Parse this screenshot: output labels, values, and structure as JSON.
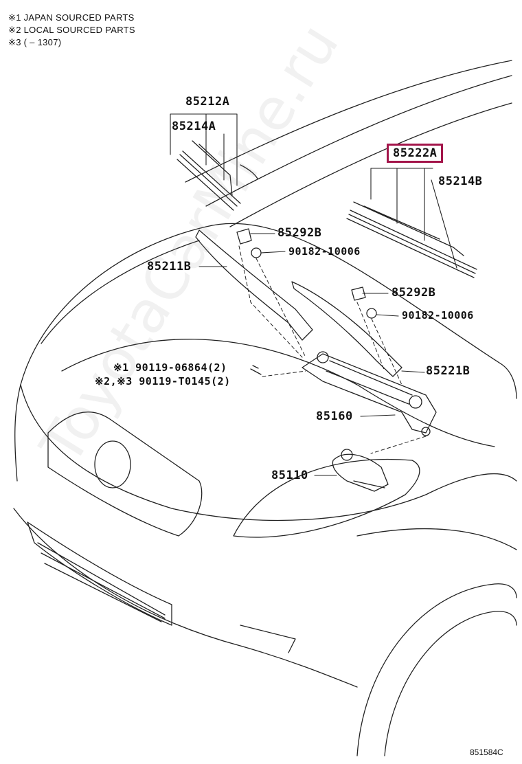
{
  "notes": [
    "※1 JAPAN SOURCED PARTS",
    "※2 LOCAL SOURCED PARTS",
    "※3 (      – 1307)"
  ],
  "parts": {
    "p85212A": "85212A",
    "p85214A": "85214A",
    "p85222A": "85222A",
    "p85214B": "85214B",
    "p85292B_1": "85292B",
    "p90182_1": "90182-10006",
    "p85211B": "85211B",
    "p85292B_2": "85292B",
    "p90182_2": "90182-10006",
    "p90119_1": "※1 90119-06864(2)",
    "p90119_2": "※2,※3 90119-T0145(2)",
    "p85221B": "85221B",
    "p85160": "85160",
    "p85110": "85110"
  },
  "diagram_ref": "851584C",
  "watermark": "ToyotaCarMine.ru",
  "colors": {
    "highlight": "#a3154a",
    "line": "#222222"
  }
}
